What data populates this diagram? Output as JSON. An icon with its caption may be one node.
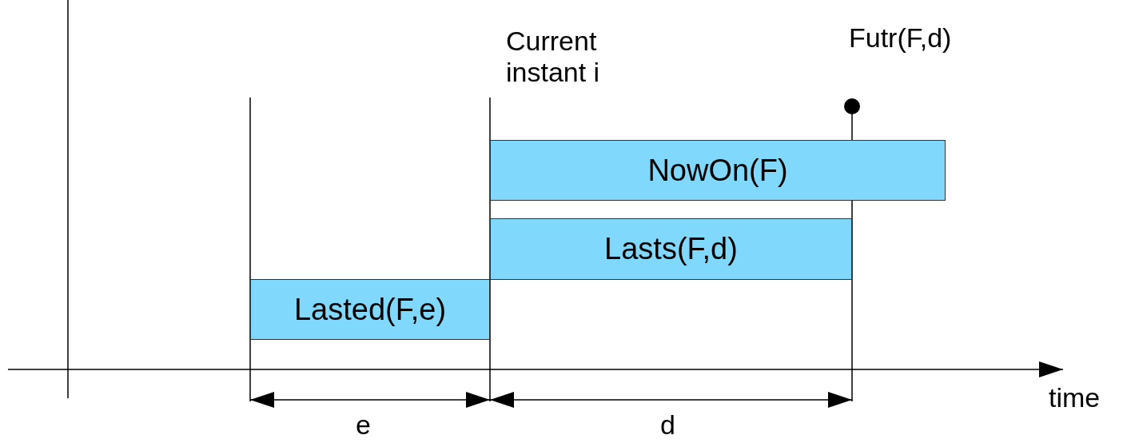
{
  "diagram": {
    "nodes": [
      {
        "text": [
          "NowOn(F)"
        ]
      },
      {
        "text": [
          "Lasts(F,d)"
        ]
      },
      {
        "text": [
          "Lasted(F,e)"
        ]
      }
    ],
    "labels": [
      "Current instant i",
      "Futr(F,d)",
      "e",
      "d",
      "time"
    ]
  }
}
